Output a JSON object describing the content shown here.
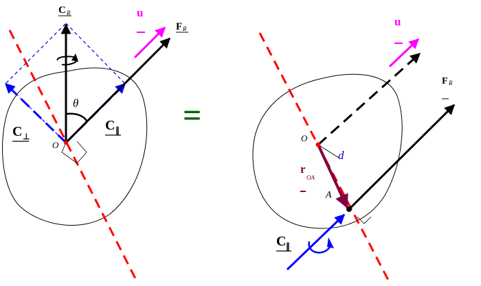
{
  "colors": {
    "axis": "#ff0000",
    "force": "#000000",
    "parallel_couple": "#0000ff",
    "perp_couple": "#0000cc",
    "unit": "#ff00ff",
    "position": "#800040",
    "equals": "#006400",
    "body": "#000000"
  },
  "left": {
    "couple_resultant": "C",
    "couple_resultant_sub": "R",
    "unit_vector": "u",
    "force": "F",
    "force_sub": "R",
    "angle": "θ",
    "perp_component": "C",
    "perp_sub": "⊥",
    "parallel_component": "C",
    "parallel_sub": "∥",
    "point": "O"
  },
  "equals": "=",
  "right": {
    "unit_vector": "u",
    "force": "F",
    "force_sub": "R",
    "point_o": "O",
    "distance": "d",
    "position_vector": "r",
    "position_sub": "OA",
    "point_a": "A",
    "parallel_couple": "C",
    "parallel_sub": "∥"
  }
}
